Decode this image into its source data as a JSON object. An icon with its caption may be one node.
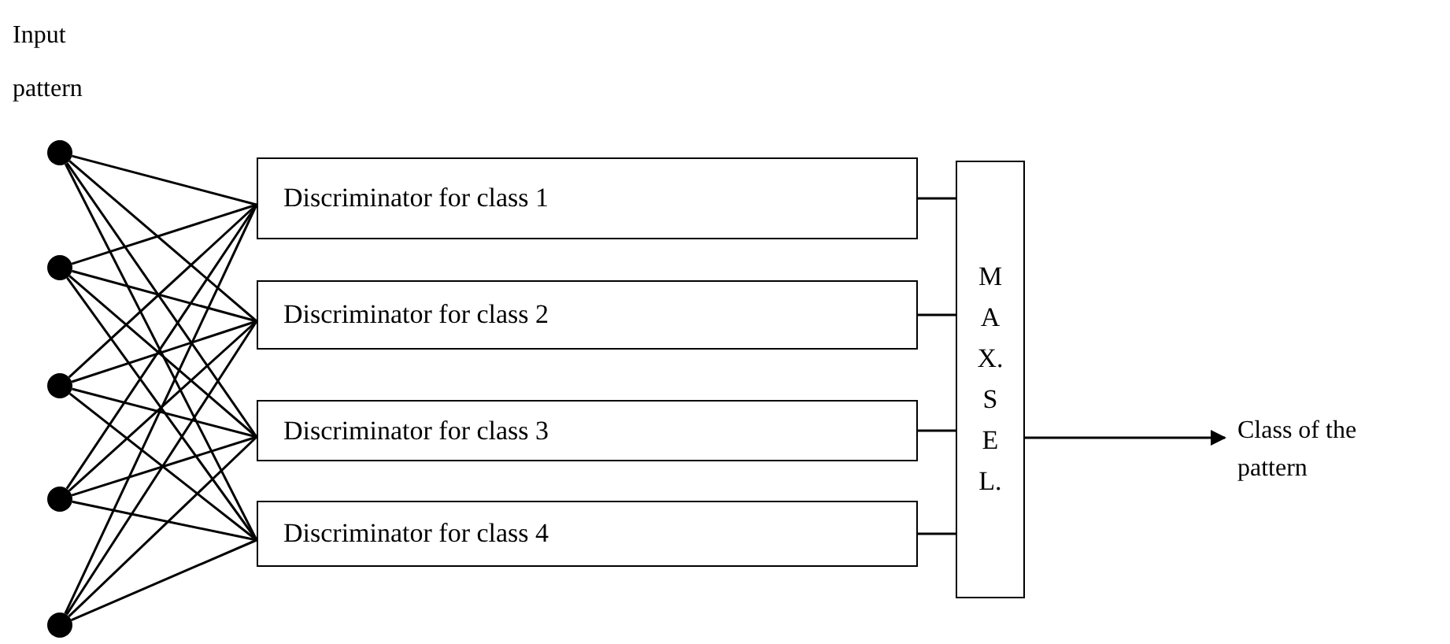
{
  "diagram": {
    "nodes": [
      {
        "text": [],
        "shape": "circle"
      },
      {
        "text": [],
        "shape": "circle"
      },
      {
        "text": [],
        "shape": "circle"
      },
      {
        "text": [],
        "shape": "circle"
      },
      {
        "text": [],
        "shape": "circle"
      },
      {
        "text": [
          "Discriminator for class 1"
        ]
      },
      {
        "text": [
          "Discriminator for class 2"
        ]
      },
      {
        "text": [
          "Discriminator for class 3"
        ]
      },
      {
        "text": [
          "Discriminator for class  4"
        ]
      },
      {
        "text": [
          "M A X. S E L."
        ]
      },
      {
        "text": [
          "Class of the pattern"
        ]
      }
    ],
    "edges": [
      {
        "from": 0,
        "to": 5,
        "arrow": "none"
      },
      {
        "from": 0,
        "to": 6,
        "arrow": "none"
      },
      {
        "from": 0,
        "to": 7,
        "arrow": "none"
      },
      {
        "from": 0,
        "to": 8,
        "arrow": "none"
      },
      {
        "from": 1,
        "to": 5,
        "arrow": "none"
      },
      {
        "from": 1,
        "to": 6,
        "arrow": "none"
      },
      {
        "from": 1,
        "to": 7,
        "arrow": "none"
      },
      {
        "from": 1,
        "to": 8,
        "arrow": "none"
      },
      {
        "from": 2,
        "to": 5,
        "arrow": "none"
      },
      {
        "from": 2,
        "to": 6,
        "arrow": "none"
      },
      {
        "from": 2,
        "to": 7,
        "arrow": "none"
      },
      {
        "from": 2,
        "to": 8,
        "arrow": "none"
      },
      {
        "from": 3,
        "to": 5,
        "arrow": "none"
      },
      {
        "from": 3,
        "to": 6,
        "arrow": "none"
      },
      {
        "from": 3,
        "to": 7,
        "arrow": "none"
      },
      {
        "from": 3,
        "to": 8,
        "arrow": "none"
      },
      {
        "from": 4,
        "to": 5,
        "arrow": "none"
      },
      {
        "from": 4,
        "to": 6,
        "arrow": "none"
      },
      {
        "from": 4,
        "to": 7,
        "arrow": "none"
      },
      {
        "from": 4,
        "to": 8,
        "arrow": "none"
      },
      {
        "from": 5,
        "to": 9,
        "arrow": "none"
      },
      {
        "from": 6,
        "to": 9,
        "arrow": "none"
      },
      {
        "from": 7,
        "to": 9,
        "arrow": "none"
      },
      {
        "from": 8,
        "to": 9,
        "arrow": "none"
      },
      {
        "from": 9,
        "to": 10,
        "arrow": "to"
      }
    ],
    "labels": [
      "Input pattern"
    ]
  }
}
